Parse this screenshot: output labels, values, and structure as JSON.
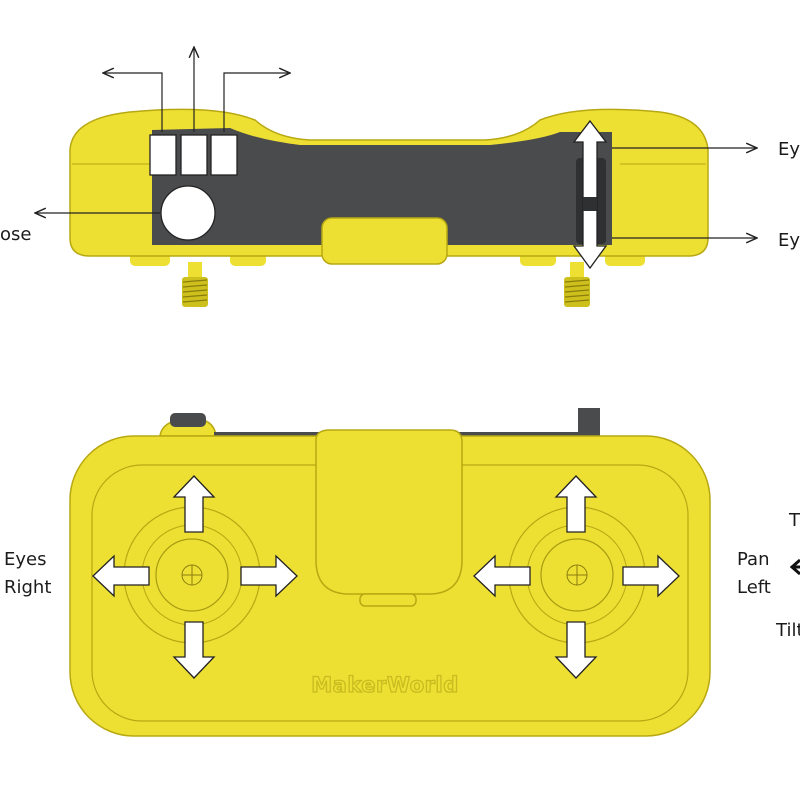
{
  "colors": {
    "body": "#ede033",
    "body_edge": "#b8a812",
    "body_shadow": "#cdbf1c",
    "panel": "#4a4b4d",
    "arrow_fill": "#ffffff",
    "arrow_stroke": "#222222",
    "logo": "#d8cb2a"
  },
  "icons": {
    "top_arrow": "arrow-up-icon",
    "dpad": "four-way-arrow-icon",
    "callout": "arrow-right-icon"
  },
  "top_view": {
    "labels": {
      "nose": "ose",
      "eye_upper": "Eye",
      "eye_lower": "Ey"
    }
  },
  "front_view": {
    "logo": "MakerWorld",
    "left_stick_label": [
      "Eyes",
      "Right"
    ],
    "right_stick_labels": {
      "top": "T",
      "pan": [
        "Pan",
        "Left"
      ],
      "bottom": "Tilt"
    }
  }
}
